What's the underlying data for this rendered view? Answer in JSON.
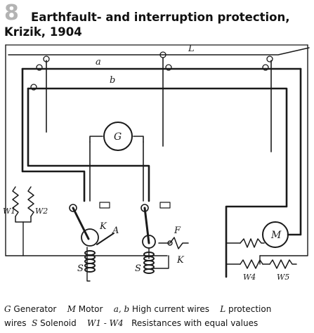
{
  "header": {
    "number": "8",
    "title_line1": "Earthfault- and interruption protection,",
    "title_line2": "Krizik, 1904"
  },
  "diagram_labels": {
    "L": "L",
    "a": "a",
    "b": "b",
    "G": "G",
    "M": "M",
    "W1": "W1",
    "W2": "W2",
    "W4": "W4",
    "W5": "W5",
    "K_left": "K",
    "A": "A",
    "F": "F",
    "K_right": "K",
    "S_left": "S",
    "S_right": "S"
  },
  "caption": {
    "line1": [
      {
        "sym": "G",
        "desc": "Generator"
      },
      {
        "sym": "M",
        "desc": "Motor"
      },
      {
        "sym": "a, b",
        "desc": "High current wires"
      },
      {
        "sym": "L",
        "desc": "protection"
      }
    ],
    "line2_lead": "wires",
    "line2": [
      {
        "sym": "S",
        "desc": "Solenoid"
      },
      {
        "sym": "W1 - W4",
        "desc": "Resistances with equal values"
      }
    ]
  },
  "colors": {
    "number": "#b3b3b3",
    "title": "#111111",
    "ink": "#1a1a1a",
    "background": "#ffffff"
  }
}
